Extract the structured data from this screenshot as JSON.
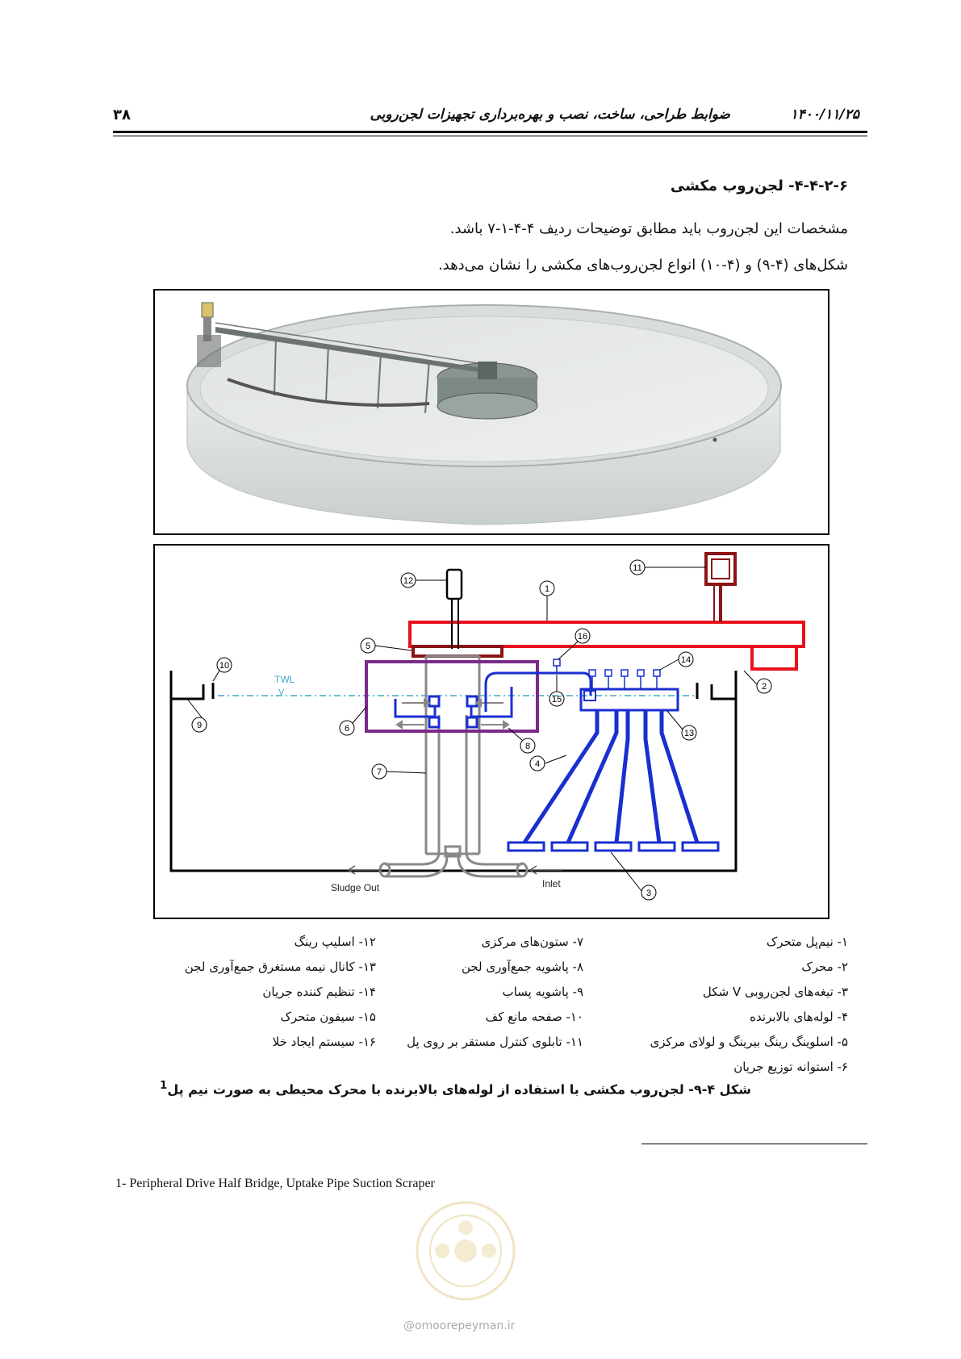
{
  "header": {
    "page_number": "۳۸",
    "date": "۱۴۰۰/۱۱/۲۵",
    "title": "ضوابط طراحی، ساخت، نصب و بهره‌برداری تجهیزات لجن‌روبی"
  },
  "section": {
    "heading": "۴-۴-۲-۶- لجن‌روب مکشی",
    "paragraph_1": "مشخصات این لجن‌روب باید مطابق توضیحات ردیف ۴-۴-۱-۷ باشد.",
    "paragraph_2": "شکل‌های (۴-۹) و (۴-۱۰) انواع لجن‌روب‌های مکشی را نشان می‌دهد."
  },
  "diagram": {
    "twl_label": "TWL",
    "twl_mark": "V",
    "sludge_out_label": "Sludge Out",
    "inlet_label": "Inlet",
    "callouts": [
      "1",
      "2",
      "3",
      "4",
      "5",
      "6",
      "7",
      "8",
      "9",
      "10",
      "11",
      "12",
      "13",
      "14",
      "15",
      "16"
    ]
  },
  "legend": {
    "col1": [
      "۱- نیم‌پل متحرک",
      "۲- محرک",
      "۳- تیغه‌های لجن‌روبی V شکل",
      "۴- لوله‌های بالابرنده",
      "۵- اسلوینگ رینگ بیرینگ و لولای مرکزی",
      "۶- استوانه توزیع جریان"
    ],
    "col2": [
      "۷- ستون‌های مرکزی",
      "۸- پاشویه جمع‌آوری لجن",
      "۹- پاشویه پساب",
      "۱۰- صفحه مانع کف",
      "۱۱- تابلوی کنترل مستقر بر روی پل"
    ],
    "col3": [
      "۱۲- اسلیپ رینگ",
      "۱۳- کانال نیمه مستغرق جمع‌آوری لجن",
      "۱۴- تنظیم کننده جریان",
      "۱۵- سیفون متحرک",
      "۱۶- سیستم ایجاد خلا"
    ]
  },
  "caption": {
    "text": "شکل ۴-۹- لجن‌روب مکشی با استفاده از لوله‌های بالابرنده با محرک محیطی به صورت نیم پل",
    "footnote_ref": "1"
  },
  "footnote": {
    "text": "1- Peripheral Drive Half Bridge, Uptake Pipe Suction Scraper"
  },
  "watermark": {
    "text": "@omoorepeyman.ir"
  }
}
